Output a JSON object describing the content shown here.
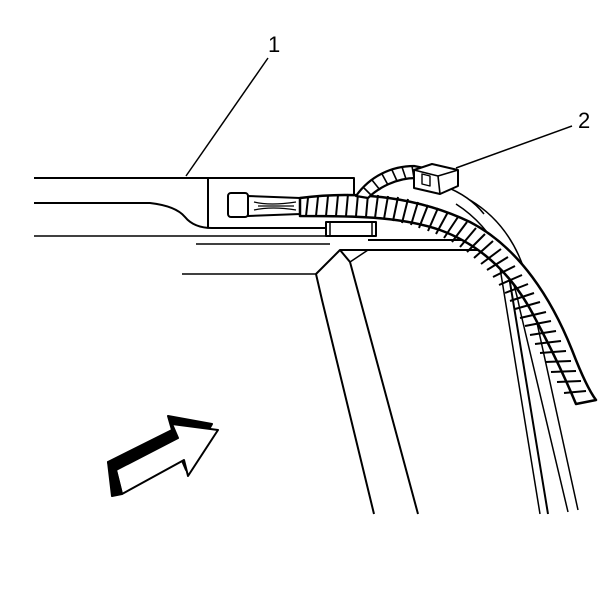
{
  "callouts": [
    {
      "id": "1",
      "label": "1"
    },
    {
      "id": "2",
      "label": "2"
    }
  ],
  "colors": {
    "line": "#000000",
    "background": "#ffffff",
    "harness_fill": "#ffffff",
    "arrow_shadow": "#000000"
  },
  "icons": {
    "direction_arrow": "view-direction-arrow-icon"
  }
}
